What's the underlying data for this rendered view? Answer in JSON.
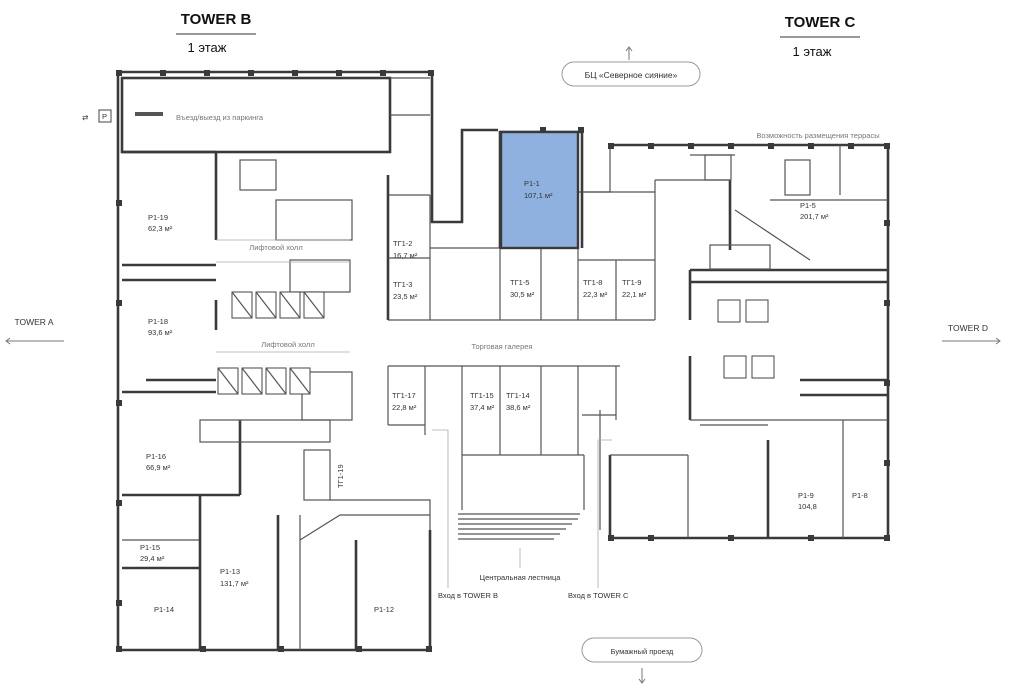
{
  "towers": {
    "b": {
      "title": "TOWER B",
      "floor": "1 этаж"
    },
    "c": {
      "title": "TOWER C",
      "floor": "1 этаж"
    }
  },
  "directions": {
    "top": "БЦ «Северное сияние»",
    "bottom": "Бумажный проезд",
    "left": "TOWER A",
    "right": "TOWER D"
  },
  "labels": {
    "parking": "Въезд/выезд из паркинга",
    "parking_icon": "P",
    "terrace": "Возможность размещения террасы",
    "lift_hall_1": "Лифтовой холл",
    "lift_hall_2": "Лифтовой холл",
    "gallery": "Торговая галерея",
    "stair": "Центральная лестница",
    "entry_b": "Вход в TOWER B",
    "entry_c": "Вход в TOWER C"
  },
  "units": [
    {
      "id": "P1-1",
      "area": "107,1 м²",
      "highlight": true
    },
    {
      "id": "P1-19",
      "area": "62,3 м²"
    },
    {
      "id": "P1-18",
      "area": "93,6 м²"
    },
    {
      "id": "P1-16",
      "area": "66,9 м²"
    },
    {
      "id": "P1-15",
      "area": "29,4 м²"
    },
    {
      "id": "P1-13",
      "area": "131,7 м²"
    },
    {
      "id": "P1-14",
      "area": ""
    },
    {
      "id": "P1-12",
      "area": ""
    },
    {
      "id": "P1-5",
      "area": "201,7 м²"
    },
    {
      "id": "P1-9",
      "area": "104,8"
    },
    {
      "id": "P1-8",
      "area": ""
    },
    {
      "id": "ТГ1-2",
      "area": "16,7 м²"
    },
    {
      "id": "ТГ1-3",
      "area": "23,5 м²"
    },
    {
      "id": "ТГ1-5",
      "area": "30,5 м²"
    },
    {
      "id": "ТГ1-8",
      "area": "22,3 м²"
    },
    {
      "id": "ТГ1-9",
      "area": "22,1 м²"
    },
    {
      "id": "ТГ1-17",
      "area": "22,8 м²"
    },
    {
      "id": "ТГ1-15",
      "area": "37,4 м²"
    },
    {
      "id": "ТГ1-14",
      "area": "38,6 м²"
    },
    {
      "id": "ТГ1-19",
      "area": ""
    }
  ],
  "colors": {
    "highlight": "#8fb1e0",
    "wall": "#3a3a3a"
  }
}
